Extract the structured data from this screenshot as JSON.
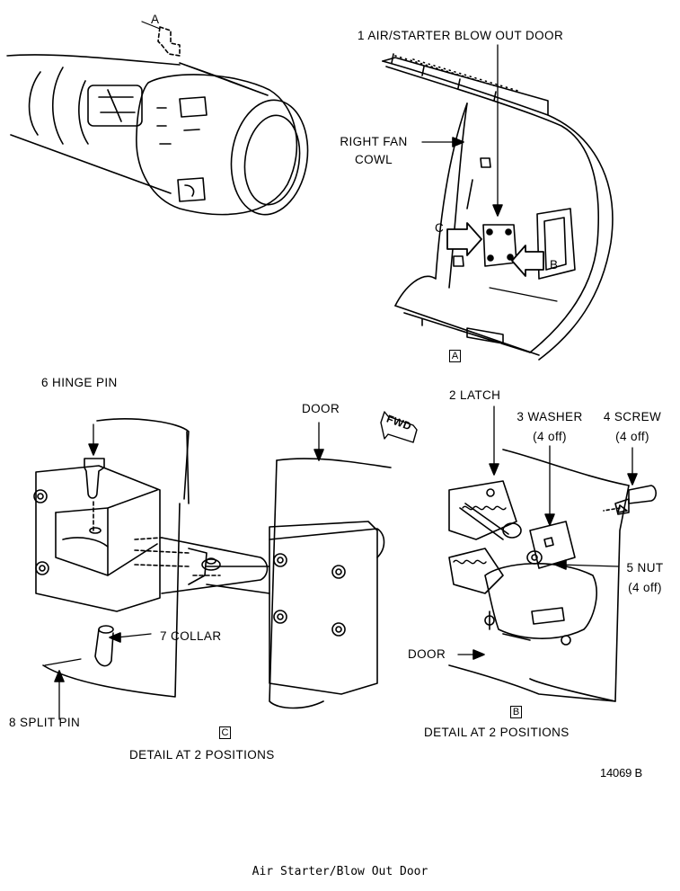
{
  "view_a": {
    "ref_letter": "A",
    "title": "1 AIR/STARTER BLOW OUT DOOR",
    "right_fan_cowl_line1": "RIGHT FAN",
    "right_fan_cowl_line2": "COWL",
    "arrow_c": "C",
    "arrow_b": "B",
    "box_tag": "A"
  },
  "detail_c": {
    "hinge_pin": "6 HINGE PIN",
    "door": "DOOR",
    "fwd": "FWD",
    "collar": "7 COLLAR",
    "split_pin": "8 SPLIT PIN",
    "box_tag": "C",
    "caption": "DETAIL AT 2 POSITIONS"
  },
  "detail_b": {
    "latch": "2 LATCH",
    "washer": "3 WASHER",
    "washer_qty": "(4 off)",
    "screw": "4 SCREW",
    "screw_qty": "(4 off)",
    "nut": "5 NUT",
    "nut_qty": "(4 off)",
    "door": "DOOR",
    "box_tag": "B",
    "caption": "DETAIL AT 2 POSITIONS"
  },
  "figure_number": "14069 B",
  "figure_caption": "Air Starter/Blow Out Door"
}
